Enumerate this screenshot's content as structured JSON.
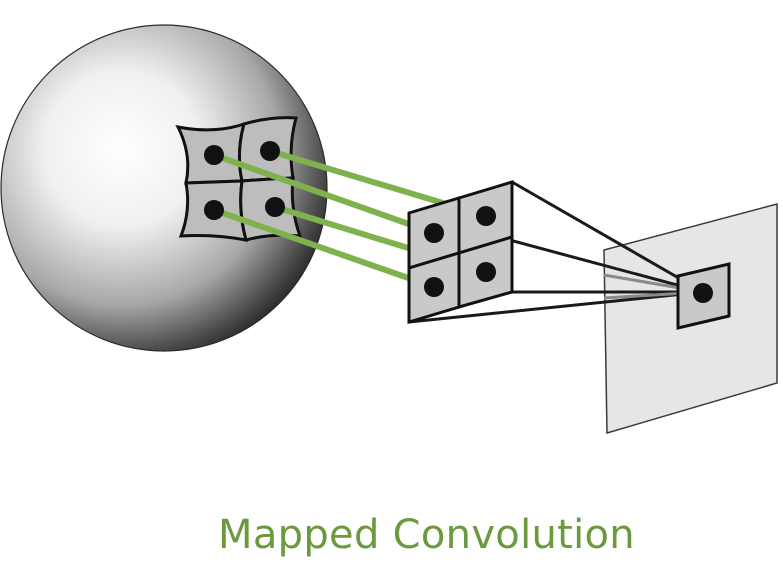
{
  "caption": "Mapped Convolution",
  "colors": {
    "caption": "#6a9a3d",
    "mapping_line": "#7fb24c",
    "outline": "#1a1a1a",
    "grid_fill": "#c9c9c9",
    "output_plane_fill": "#e6e6e6"
  },
  "icons": {
    "sphere": "shaded-sphere",
    "points": "filled-circle"
  }
}
